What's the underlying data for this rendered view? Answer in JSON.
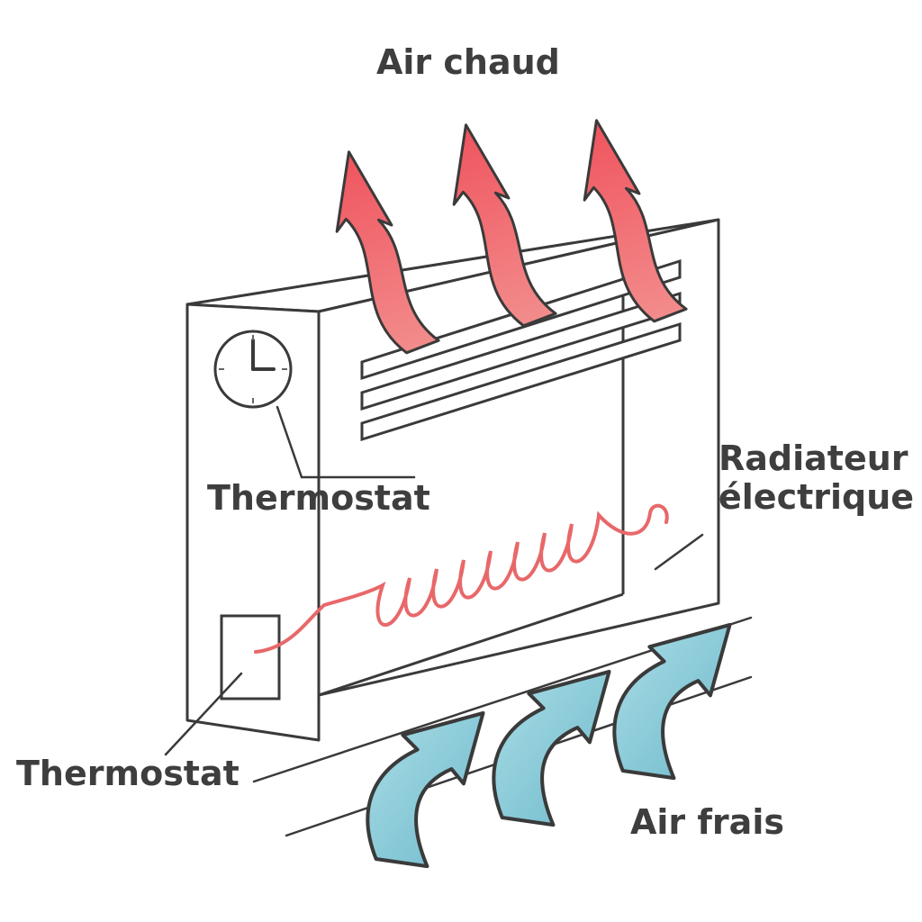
{
  "labels": {
    "air_chaud": "Air chaud",
    "thermostat_top": "Thermostat",
    "thermostat_bottom": "Thermostat",
    "radiateur_line1": "Radiateur",
    "radiateur_line2": "électrique",
    "air_frais": "Air frais"
  },
  "colors": {
    "hot_air": "#ef6a6e",
    "cool_air": "#8fd0dc",
    "heating_coil": "#e8686a",
    "outline": "#3a3a3a",
    "text": "#3e3e3e"
  },
  "icons": {
    "clock": "clock-icon",
    "hot_arrow": "wavy-up-arrow-icon",
    "cool_arrow": "curved-up-arrow-icon"
  }
}
